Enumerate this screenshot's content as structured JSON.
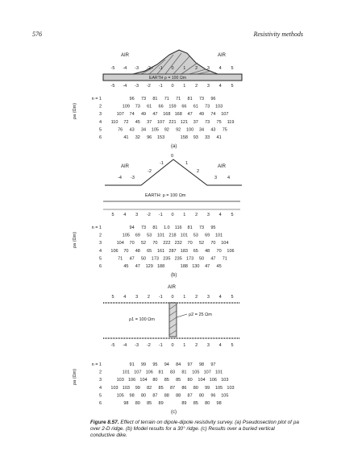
{
  "header": {
    "page_number": "576",
    "running_title": "Resistivity methods"
  },
  "panel_a": {
    "label": "(a)",
    "air_left": "AIR",
    "air_right": "AIR",
    "earth_label": "EARTH  ρ = 100 Ωm",
    "top_electrodes": [
      "-5",
      "-4",
      "-3",
      "-2",
      "-1",
      "0",
      "1",
      "2",
      "3",
      "4",
      "5"
    ],
    "bottom_electrodes": [
      "-5",
      "-4",
      "-3",
      "-2",
      "-1",
      "0",
      "1",
      "2",
      "3",
      "4",
      "5"
    ],
    "axis_label": "ρa (Ωm)",
    "rows": [
      {
        "n": "n = 1",
        "vals": [
          "96",
          "73",
          "81",
          "71",
          "71",
          "81",
          "73",
          "96"
        ]
      },
      {
        "n": "2",
        "vals": [
          "109",
          "73",
          "61",
          "66",
          "159",
          "66",
          "61",
          "73",
          "103"
        ]
      },
      {
        "n": "3",
        "vals": [
          "107",
          "74",
          "49",
          "47",
          "168",
          "168",
          "47",
          "49",
          "74",
          "107"
        ]
      },
      {
        "n": "4",
        "vals": [
          "110",
          "72",
          "45",
          "37",
          "107",
          "221",
          "121",
          "37",
          "73",
          "75",
          "119"
        ]
      },
      {
        "n": "5",
        "vals": [
          "76",
          "43",
          "34",
          "105",
          "92",
          "92",
          "100",
          "34",
          "43",
          "75"
        ]
      },
      {
        "n": "6",
        "vals": [
          "41",
          "32",
          "96",
          "153",
          "",
          "158",
          "93",
          "33",
          "41"
        ]
      }
    ]
  },
  "panel_b": {
    "label": "(b)",
    "air_left": "AIR",
    "air_right": "AIR",
    "earth_label": "EARTH:  ρ = 100 Ωm",
    "apex_labels": [
      "-2",
      "-1",
      "0",
      "1",
      "2"
    ],
    "left_labels": [
      "-4",
      "-3"
    ],
    "right_labels": [
      "3",
      "4"
    ],
    "electrodes": [
      "5",
      "4",
      "3",
      "-2",
      "-1",
      "0",
      "1",
      "2",
      "3",
      "4",
      "5"
    ],
    "axis_label": "ρa (Ωm)",
    "rows": [
      {
        "n": "n = 1",
        "vals": [
          "94",
          "73",
          "81",
          "1.0",
          "116",
          "81",
          "73",
          "95"
        ]
      },
      {
        "n": "2",
        "vals": [
          "105",
          "69",
          "53",
          "101",
          "218",
          "101",
          "53",
          "69",
          "101"
        ]
      },
      {
        "n": "3",
        "vals": [
          "104",
          "70",
          "52",
          "70",
          "222",
          "232",
          "70",
          "52",
          "70",
          "104"
        ]
      },
      {
        "n": "4",
        "vals": [
          "106",
          "70",
          "48",
          "65",
          "161",
          "287",
          "183",
          "65",
          "48",
          "70",
          "106"
        ]
      },
      {
        "n": "5",
        "vals": [
          "71",
          "47",
          "50",
          "173",
          "235",
          "235",
          "173",
          "50",
          "47",
          "71"
        ]
      },
      {
        "n": "6",
        "vals": [
          "45",
          "47",
          "129",
          "188",
          "",
          "188",
          "130",
          "47",
          "45"
        ]
      }
    ]
  },
  "panel_c": {
    "label": "(c)",
    "air_label": "AIR",
    "top_electrodes": [
      "5",
      "4",
      "3",
      "2",
      "-1",
      "0",
      "1",
      "2",
      "3",
      "4",
      "5"
    ],
    "rho1_label": "ρ1 = 100 Ωm",
    "rho2_label": "ρ2 = 25 Ωm",
    "bottom_electrodes": [
      "-5",
      "-4",
      "-3",
      "-2",
      "-1",
      "0",
      "1",
      "2",
      "3",
      "4",
      "5"
    ],
    "axis_label": "ρa (Ωm)",
    "rows": [
      {
        "n": "n = 1",
        "vals": [
          "91",
          "99",
          "95",
          "94",
          "84",
          "97",
          "98",
          "97"
        ]
      },
      {
        "n": "2",
        "vals": [
          "101",
          "107",
          "106",
          "81",
          "83",
          "81",
          "105",
          "107",
          "101"
        ]
      },
      {
        "n": "3",
        "vals": [
          "103",
          "106",
          "104",
          "80",
          "85",
          "85",
          "80",
          "104",
          "106",
          "103"
        ]
      },
      {
        "n": "4",
        "vals": [
          "103",
          "103",
          "99",
          "82",
          "85",
          "87",
          "86",
          "80",
          "99",
          "105",
          "103"
        ]
      },
      {
        "n": "5",
        "vals": [
          "105",
          "98",
          "80",
          "87",
          "88",
          "88",
          "87",
          "80",
          "96",
          "105"
        ]
      },
      {
        "n": "6",
        "vals": [
          "98",
          "80",
          "85",
          "89",
          "",
          "89",
          "85",
          "80",
          "98"
        ]
      }
    ]
  },
  "caption": {
    "fig": "Figure 8.57.",
    "text": "Effect of terrain on dipole-dipole resistivity survey. (a) Pseudosection plot of ρa over 2-D ridge. (b) Model results for a 30° ridge. (c) Results over a buried vertical conductive dike."
  }
}
